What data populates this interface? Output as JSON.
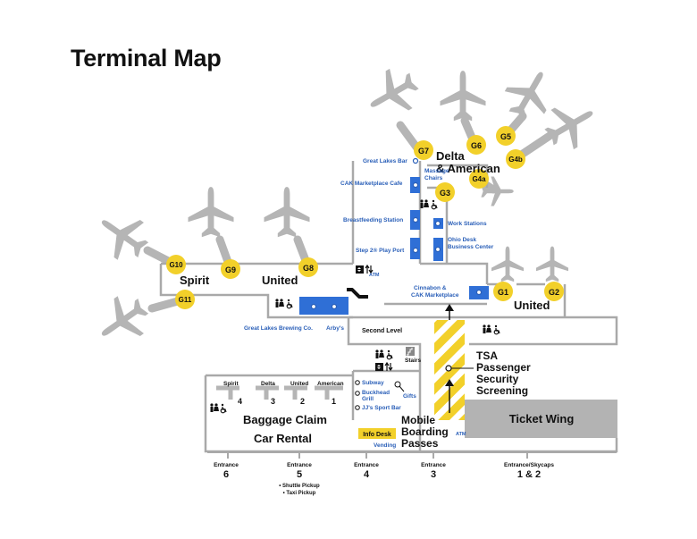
{
  "title": "Terminal Map",
  "colors": {
    "gate_yellow": "#f2d02a",
    "amenity_blue": "#2f6fd6",
    "label_blue": "#2a5fb8",
    "plane_gray": "#b5b5b5",
    "outline_gray": "#a9a9a9",
    "ticket_wing_gray": "#b3b3b3",
    "info_desk_yellow": "#f2d02a",
    "text_dark": "#111111"
  },
  "gates": [
    "G1",
    "G2",
    "G3",
    "G4a",
    "G4b",
    "G5",
    "G6",
    "G7",
    "G8",
    "G9",
    "G10",
    "G11"
  ],
  "airlines": {
    "delta_american": [
      "Delta",
      "& American"
    ],
    "spirit": "Spirit",
    "united_west": "United",
    "united_east": "United"
  },
  "amenities": {
    "great_lakes_bar": "Great Lakes Bar",
    "massage_chairs": [
      "Massage",
      "Chairs"
    ],
    "cak_marketplace_cafe": "CAK Marketplace Cafe",
    "breastfeeding_station": "Breastfeeding Station",
    "work_stations": "Work Stations",
    "ohio_desk": [
      "Ohio Desk",
      "Business Center"
    ],
    "step2_play_port": "Step 2® Play Port",
    "cinnabon": [
      "Cinnabon &",
      "CAK Marketplace"
    ],
    "great_lakes_brewing": "Great Lakes Brewing Co.",
    "arbys": "Arby's",
    "atm_upper": "ATM",
    "atm_lower": "ATM",
    "second_level": "Second Level",
    "stairs": "Stairs",
    "subway": "Subway",
    "buckhead": [
      "Buckhead",
      "Grill"
    ],
    "jjs": "JJ's Sport Bar",
    "gifts": "Gifts",
    "vending": "Vending",
    "info_desk": "Info Desk"
  },
  "tsa": [
    "TSA",
    "Passenger",
    "Security",
    "Screening"
  ],
  "mobile_boarding": [
    "Mobile",
    "Boarding",
    "Passes"
  ],
  "ticket_wing": "Ticket Wing",
  "baggage": {
    "title": "Baggage Claim",
    "car_rental": "Car Rental",
    "carousels": [
      {
        "airline": "Spirit",
        "number": "4"
      },
      {
        "airline": "Delta",
        "number": "3"
      },
      {
        "airline": "United",
        "number": "2"
      },
      {
        "airline": "American",
        "number": "1"
      }
    ]
  },
  "entrances": [
    {
      "label": "Entrance",
      "number": "6"
    },
    {
      "label": "Entrance",
      "number": "5"
    },
    {
      "label": "Entrance",
      "number": "4"
    },
    {
      "label": "Entrance",
      "number": "3"
    },
    {
      "label": "Entrance/Skycaps",
      "number": "1 & 2"
    }
  ],
  "entrance5_notes": [
    "• Shuttle Pickup",
    "• Taxi Pickup"
  ],
  "icons": [
    "restroom-icon",
    "accessible-icon",
    "atm-icon",
    "stairs-icon",
    "elevator-icon",
    "airplane-icon",
    "escalator-icon",
    "arrow-up-icon"
  ]
}
